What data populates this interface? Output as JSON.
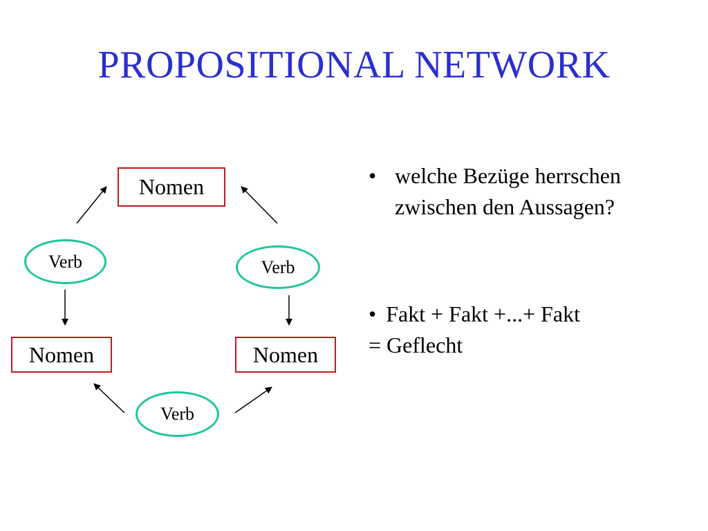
{
  "slide": {
    "title": "PROPOSITIONAL NETWORK"
  },
  "diagram": {
    "nomen_top": "Nomen",
    "nomen_left": "Nomen",
    "nomen_right": "Nomen",
    "verb_left": "Verb",
    "verb_right": "Verb",
    "verb_bottom": "Verb"
  },
  "bullets": {
    "marker": "•",
    "item1": "welche Bezüge herrschen zwischen den Aussagen?",
    "item2_line1": "Fakt + Fakt +...+ Fakt",
    "item2_line2": "= Geflecht"
  },
  "colors": {
    "title": "#2a2fd0",
    "nomen_border": "#c0181c",
    "verb_border": "#22c49a"
  }
}
